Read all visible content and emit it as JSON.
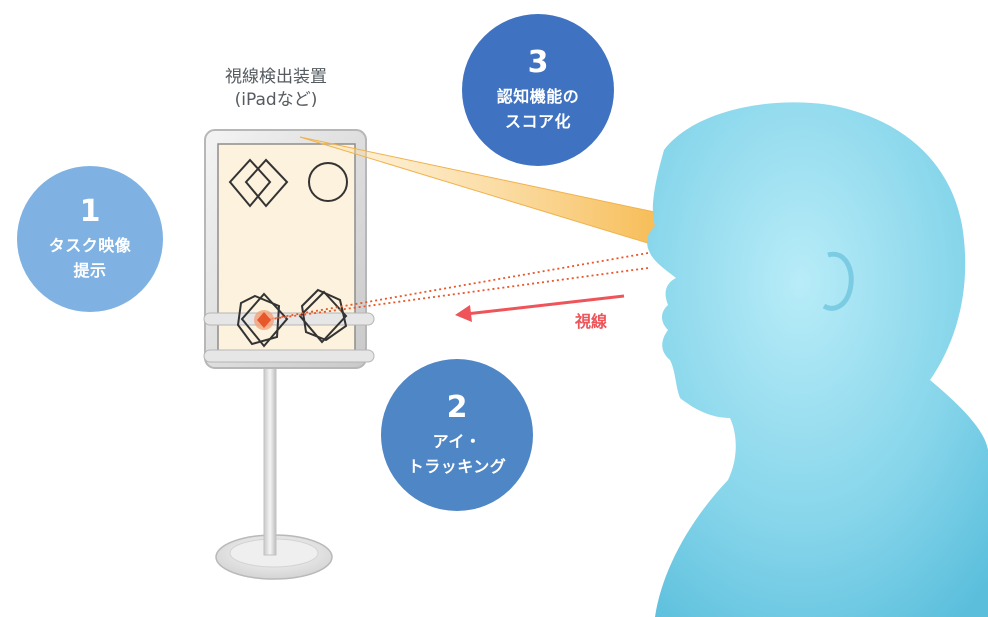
{
  "device_label": {
    "line1": "視線検出装置",
    "line2": "(iPadなど)"
  },
  "steps": [
    {
      "number": "1",
      "line1": "タスク映像",
      "line2": "提示"
    },
    {
      "number": "2",
      "line1": "アイ・",
      "line2": "トラッキング"
    },
    {
      "number": "3",
      "line1": "認知機能の",
      "line2": "スコア化"
    }
  ],
  "gaze_label": "視線",
  "colors": {
    "step1": "#7fb2e2",
    "step2": "#4f86c6",
    "step3": "#3f72c0",
    "gaze_arrow": "#ee5459",
    "view_beam": "#f7c873",
    "screen": "#fcf2dd",
    "person": "#8fd9ec",
    "fixation_marker": "#e8572a"
  },
  "icons": [
    "double-diamond-icon",
    "circle-shape-icon",
    "hexagon-diamond-icon",
    "diamond-hexagon-icon",
    "person-head-silhouette"
  ]
}
